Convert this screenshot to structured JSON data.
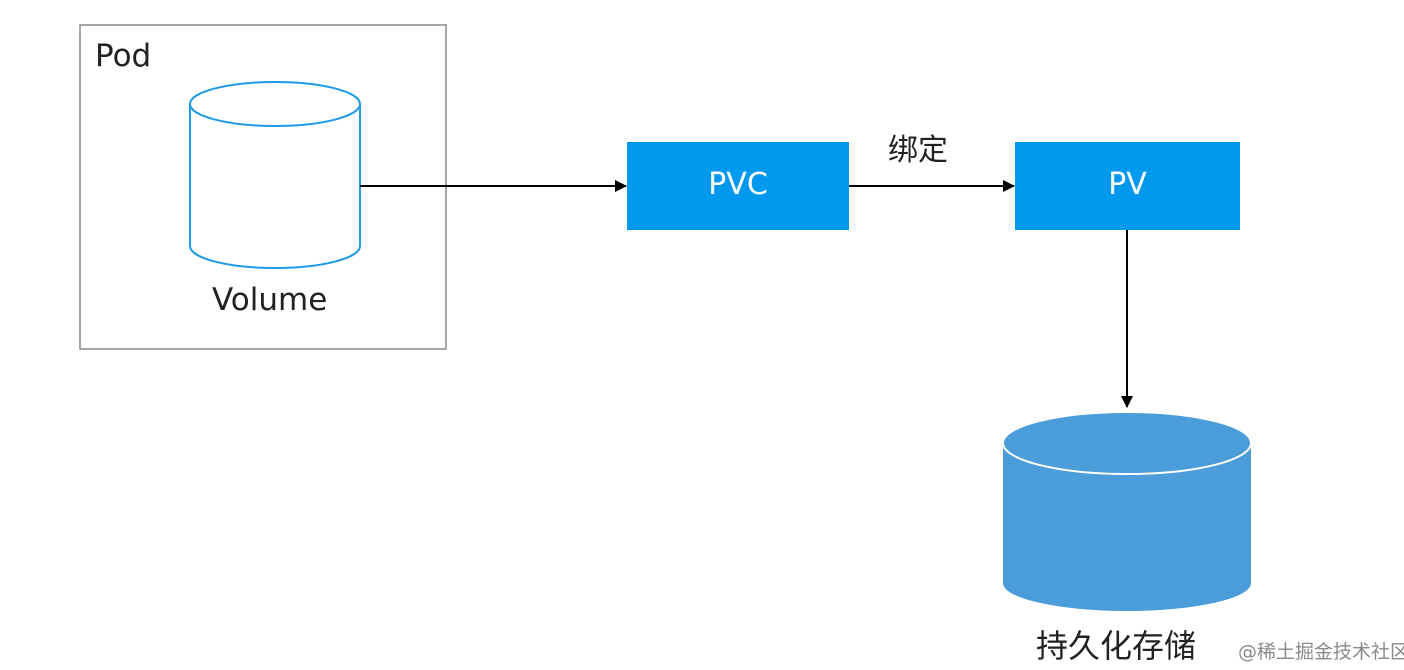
{
  "pod": {
    "label": "Pod"
  },
  "volume": {
    "label": "Volume"
  },
  "pvc": {
    "label": "PVC"
  },
  "pv": {
    "label": "PV"
  },
  "binding": {
    "label": "绑定"
  },
  "storage": {
    "label": "持久化存储"
  },
  "watermark": {
    "text": "@稀土掘金技术社区"
  },
  "colors": {
    "box_fill": "#0099ee",
    "storage_fill": "#4a9dd8",
    "volume_stroke": "#1e9be9",
    "line": "#000000",
    "pod_border": "#888888"
  }
}
